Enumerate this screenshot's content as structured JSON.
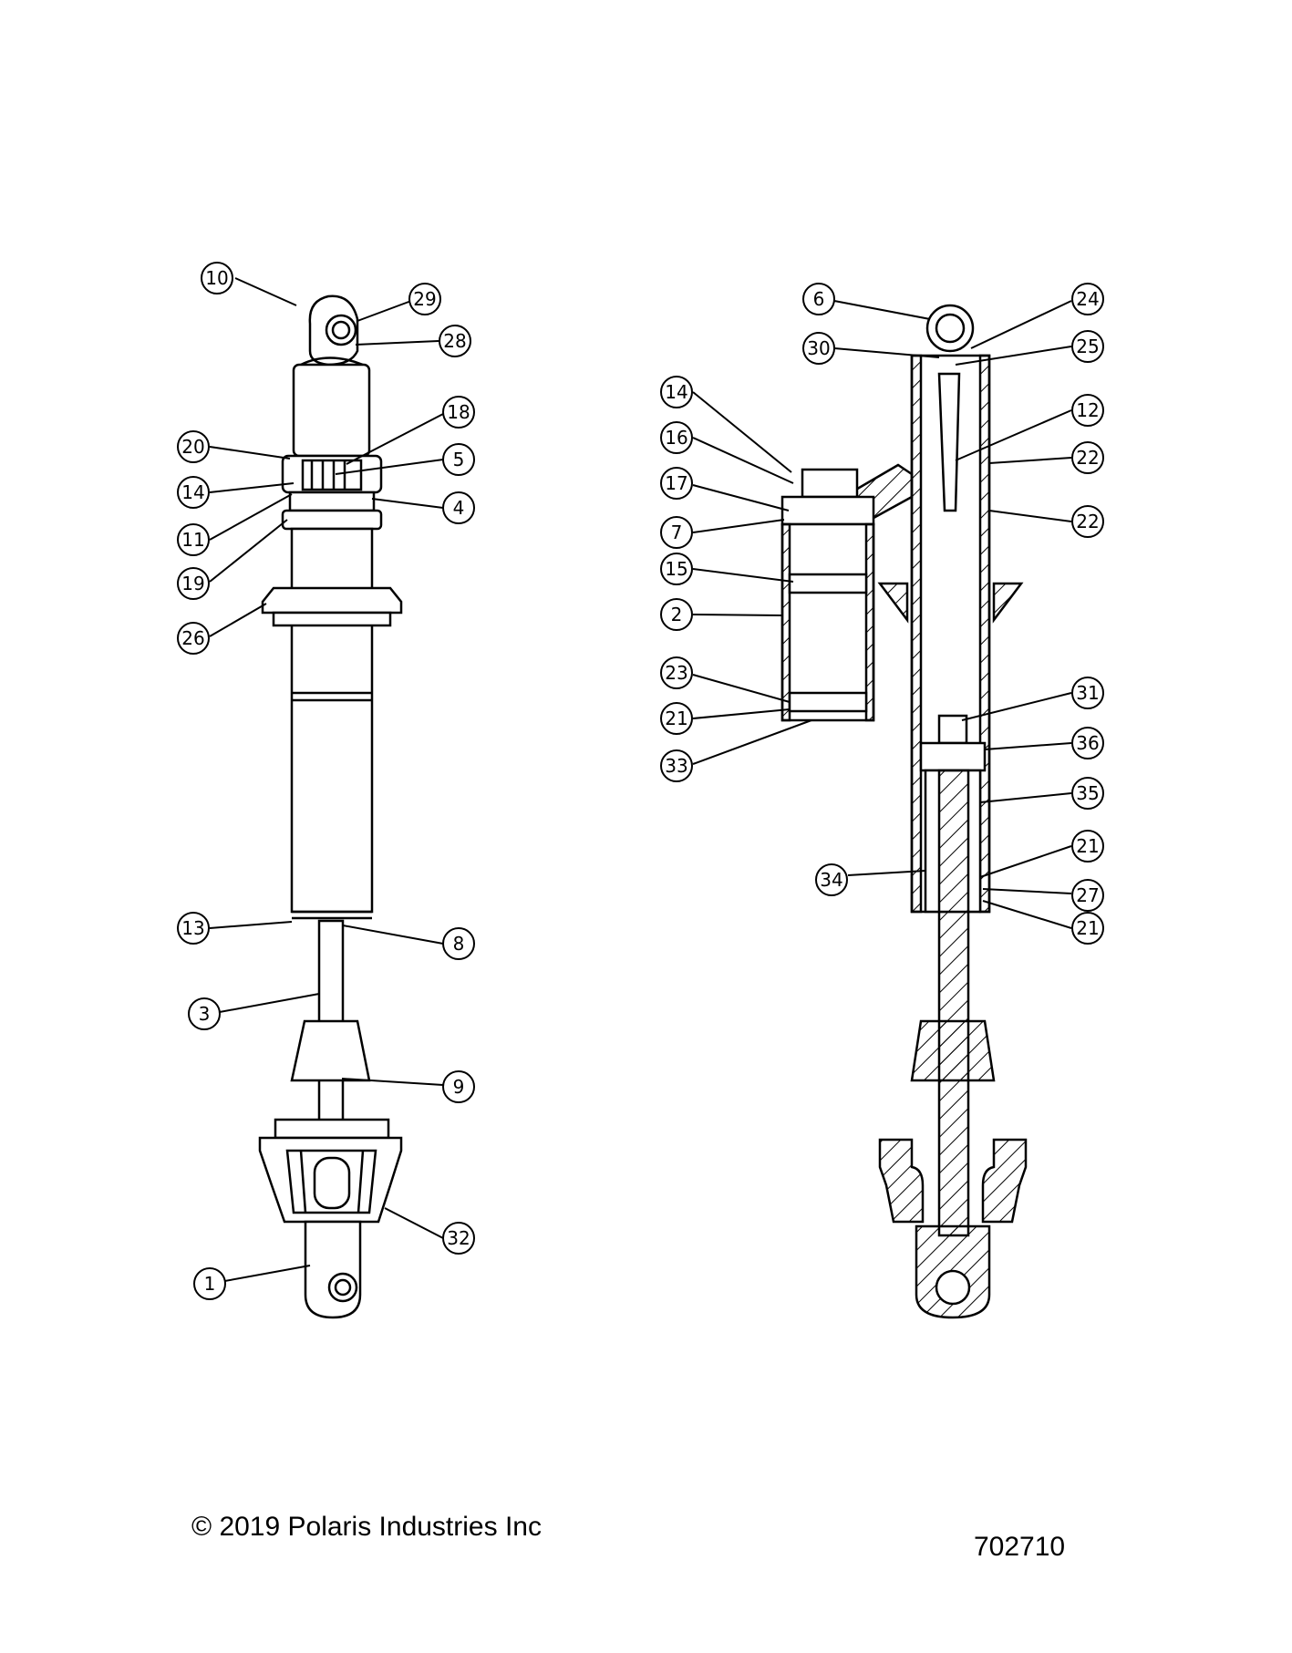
{
  "footer": {
    "copyright": "© 2019 Polaris Industries Inc",
    "doc_number": "702710"
  },
  "left_callouts": [
    "29",
    "28",
    "10",
    "18",
    "20",
    "5",
    "14",
    "4",
    "11",
    "19",
    "26",
    "13",
    "8",
    "3",
    "9",
    "32",
    "1"
  ],
  "right_callouts": [
    "6",
    "24",
    "30",
    "25",
    "14",
    "12",
    "16",
    "22",
    "17",
    "22",
    "7",
    "15",
    "2",
    "23",
    "31",
    "21",
    "36",
    "33",
    "35",
    "34",
    "21",
    "27",
    "21"
  ]
}
